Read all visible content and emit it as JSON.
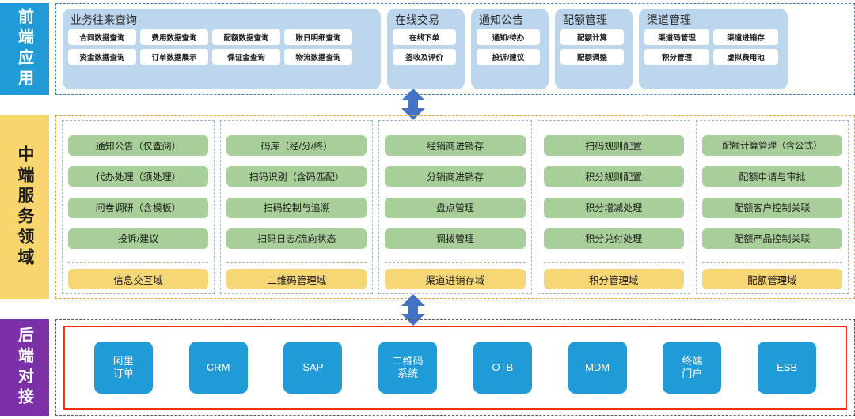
{
  "layers": {
    "front": {
      "label": "前端应用",
      "color": "#1f9bd8",
      "cards": [
        {
          "title": "业务往来查询",
          "items": [
            "合同数据查询",
            "费用数据查询",
            "配额数据查询",
            "账日明细查询",
            "资金数据查询",
            "订单数据展示",
            "保证金查询",
            "物流数据查询"
          ]
        },
        {
          "title": "在线交易",
          "items": [
            "在线下单",
            "签收及评价"
          ]
        },
        {
          "title": "通知公告",
          "items": [
            "通知/待办",
            "投诉/建议"
          ]
        },
        {
          "title": "配额管理",
          "items": [
            "配额计算",
            "配额调整"
          ]
        },
        {
          "title": "渠道管理",
          "items": [
            "渠道码管理",
            "渠道进销存",
            "积分管理",
            "虚拟费用池"
          ]
        }
      ]
    },
    "middle": {
      "label": "中端服务领域",
      "color": "#f8d66d",
      "columns": [
        {
          "items": [
            "通知公告（仅查阅）",
            "代办处理（须处理）",
            "问卷调研（含模板）",
            "投诉/建议"
          ],
          "domain": "信息交互域"
        },
        {
          "items": [
            "码库（经/分/终）",
            "扫码识别（含码匹配）",
            "扫码控制与追溯",
            "扫码日志/流向状态"
          ],
          "domain": "二维码管理域"
        },
        {
          "items": [
            "经销商进销存",
            "分销商进销存",
            "盘点管理",
            "调拨管理"
          ],
          "domain": "渠道进销存域"
        },
        {
          "items": [
            "扫码规则配置",
            "积分规则配置",
            "积分增减处理",
            "积分兑付处理"
          ],
          "domain": "积分管理域"
        },
        {
          "items": [
            "配额计算管理（含公式）",
            "配额申请与审批",
            "配额客户控制关联",
            "配额产品控制关联"
          ],
          "domain": "配额管理域"
        }
      ]
    },
    "back": {
      "label": "后端对接",
      "color": "#7b2fa8",
      "accent_border": "#fb2f08",
      "systems": [
        "阿里\n订单",
        "CRM",
        "SAP",
        "二维码\n系统",
        "OTB",
        "MDM",
        "终端\n门户",
        "ESB"
      ]
    }
  },
  "connectors": [
    {
      "name": "front-to-middle",
      "type": "double-arrow-vertical",
      "color": "#4472c4"
    },
    {
      "name": "middle-to-back",
      "type": "double-arrow-vertical",
      "color": "#4472c4"
    }
  ]
}
